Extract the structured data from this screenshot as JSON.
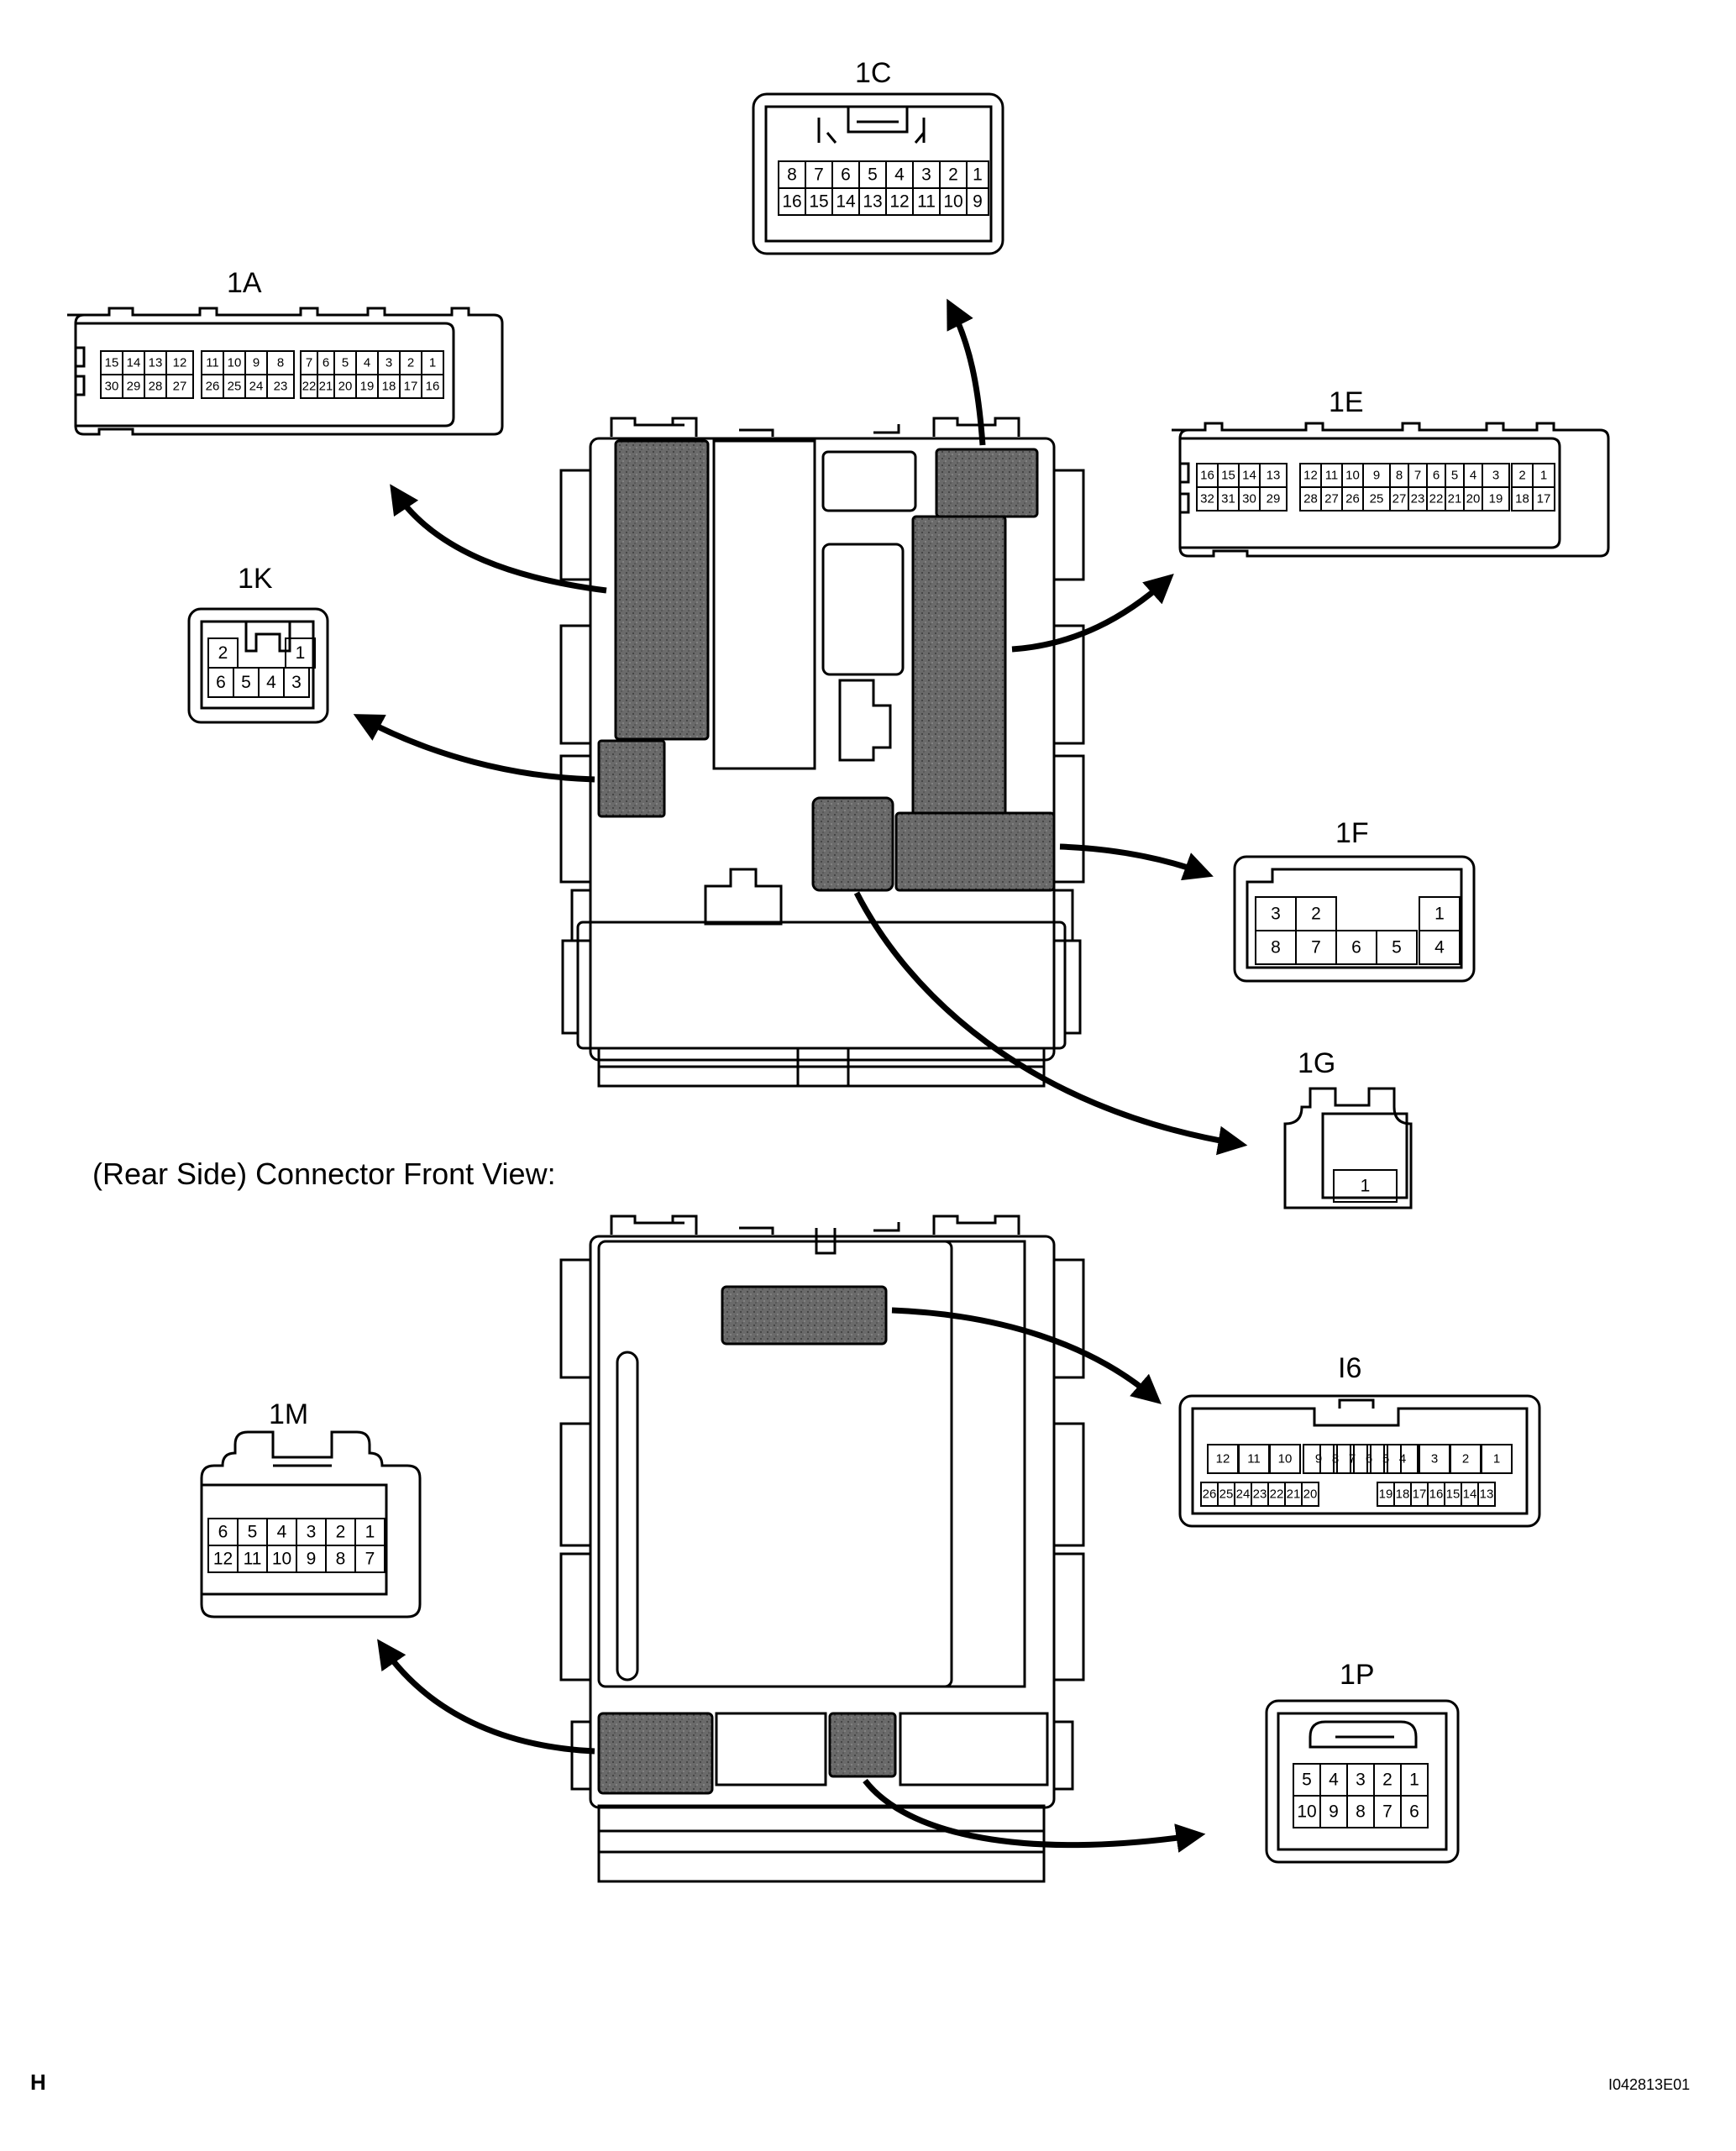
{
  "caption": "(Rear Side) Connector Front View:",
  "corner_mark": "H",
  "figure_id": "I042813E01",
  "colors": {
    "shaded": "#5f5f5f",
    "line": "#000000"
  },
  "connectors": {
    "1A": {
      "label": "1A",
      "rows": [
        [
          "15",
          "14",
          "13",
          "12",
          "11",
          "10",
          "9",
          "8",
          "7",
          "6",
          "5",
          "4",
          "3",
          "2",
          "1"
        ],
        [
          "30",
          "29",
          "28",
          "27",
          "26",
          "25",
          "24",
          "23",
          "22",
          "21",
          "20",
          "19",
          "18",
          "17",
          "16"
        ]
      ]
    },
    "1C": {
      "label": "1C",
      "rows": [
        [
          "8",
          "7",
          "6",
          "5",
          "4",
          "3",
          "2",
          "1"
        ],
        [
          "16",
          "15",
          "14",
          "13",
          "12",
          "11",
          "10",
          "9"
        ]
      ]
    },
    "1E": {
      "label": "1E",
      "rows": [
        [
          "16",
          "15",
          "14",
          "13",
          "12",
          "11",
          "10",
          "9",
          "8",
          "7",
          "6",
          "5",
          "4",
          "3",
          "2",
          "1"
        ],
        [
          "32",
          "31",
          "30",
          "29",
          "28",
          "27",
          "26",
          "25",
          "27",
          "23",
          "22",
          "21",
          "20",
          "19",
          "18",
          "17"
        ]
      ]
    },
    "1K": {
      "label": "1K",
      "rows": [
        [
          "2",
          "1"
        ],
        [
          "6",
          "5",
          "4",
          "3"
        ]
      ]
    },
    "1F": {
      "label": "1F",
      "rows": [
        [
          "3",
          "2",
          "1"
        ],
        [
          "8",
          "7",
          "6",
          "5",
          "4"
        ]
      ]
    },
    "1G": {
      "label": "1G",
      "rows": [
        [
          "1"
        ]
      ]
    },
    "1M": {
      "label": "1M",
      "rows": [
        [
          "6",
          "5",
          "4",
          "3",
          "2",
          "1"
        ],
        [
          "12",
          "11",
          "10",
          "9",
          "8",
          "7"
        ]
      ]
    },
    "I6": {
      "label": "I6",
      "rows": [
        [
          "12",
          "11",
          "10",
          "9",
          "8",
          "7",
          "6",
          "5",
          "4",
          "3",
          "2",
          "1"
        ],
        [
          "26",
          "25",
          "24",
          "23",
          "22",
          "21",
          "20",
          "19",
          "18",
          "17",
          "16",
          "15",
          "14",
          "13"
        ]
      ]
    },
    "1P": {
      "label": "1P",
      "rows": [
        [
          "5",
          "4",
          "3",
          "2",
          "1"
        ],
        [
          "10",
          "9",
          "8",
          "7",
          "6"
        ]
      ]
    }
  }
}
